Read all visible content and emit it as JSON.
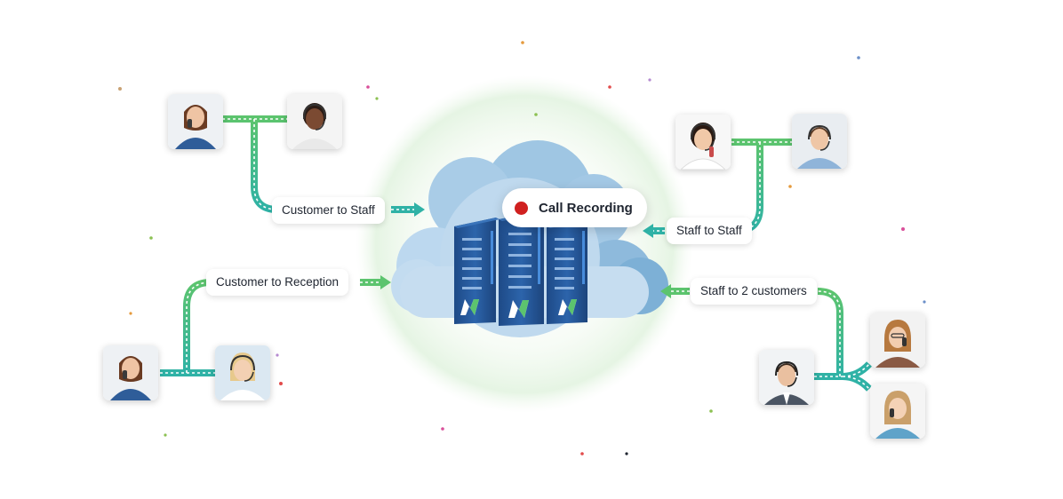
{
  "center": {
    "label": "Call Recording",
    "dot_color": "#d0201f"
  },
  "flows": [
    {
      "id": "customer-to-staff",
      "label": "Customer to Staff"
    },
    {
      "id": "staff-to-staff",
      "label": "Staff to Staff"
    },
    {
      "id": "customer-to-reception",
      "label": "Customer to Reception"
    },
    {
      "id": "staff-to-2-customers",
      "label": "Staff to 2 customers"
    }
  ],
  "colors": {
    "path_green": "#5cc46e",
    "path_teal": "#2fb2a6",
    "cloud_dark": "#7fb1d6",
    "cloud_mid": "#a4c9e4",
    "cloud_light": "#c6ddf0",
    "server_blue": "#234f8c",
    "glow": "#e9f7e8"
  }
}
